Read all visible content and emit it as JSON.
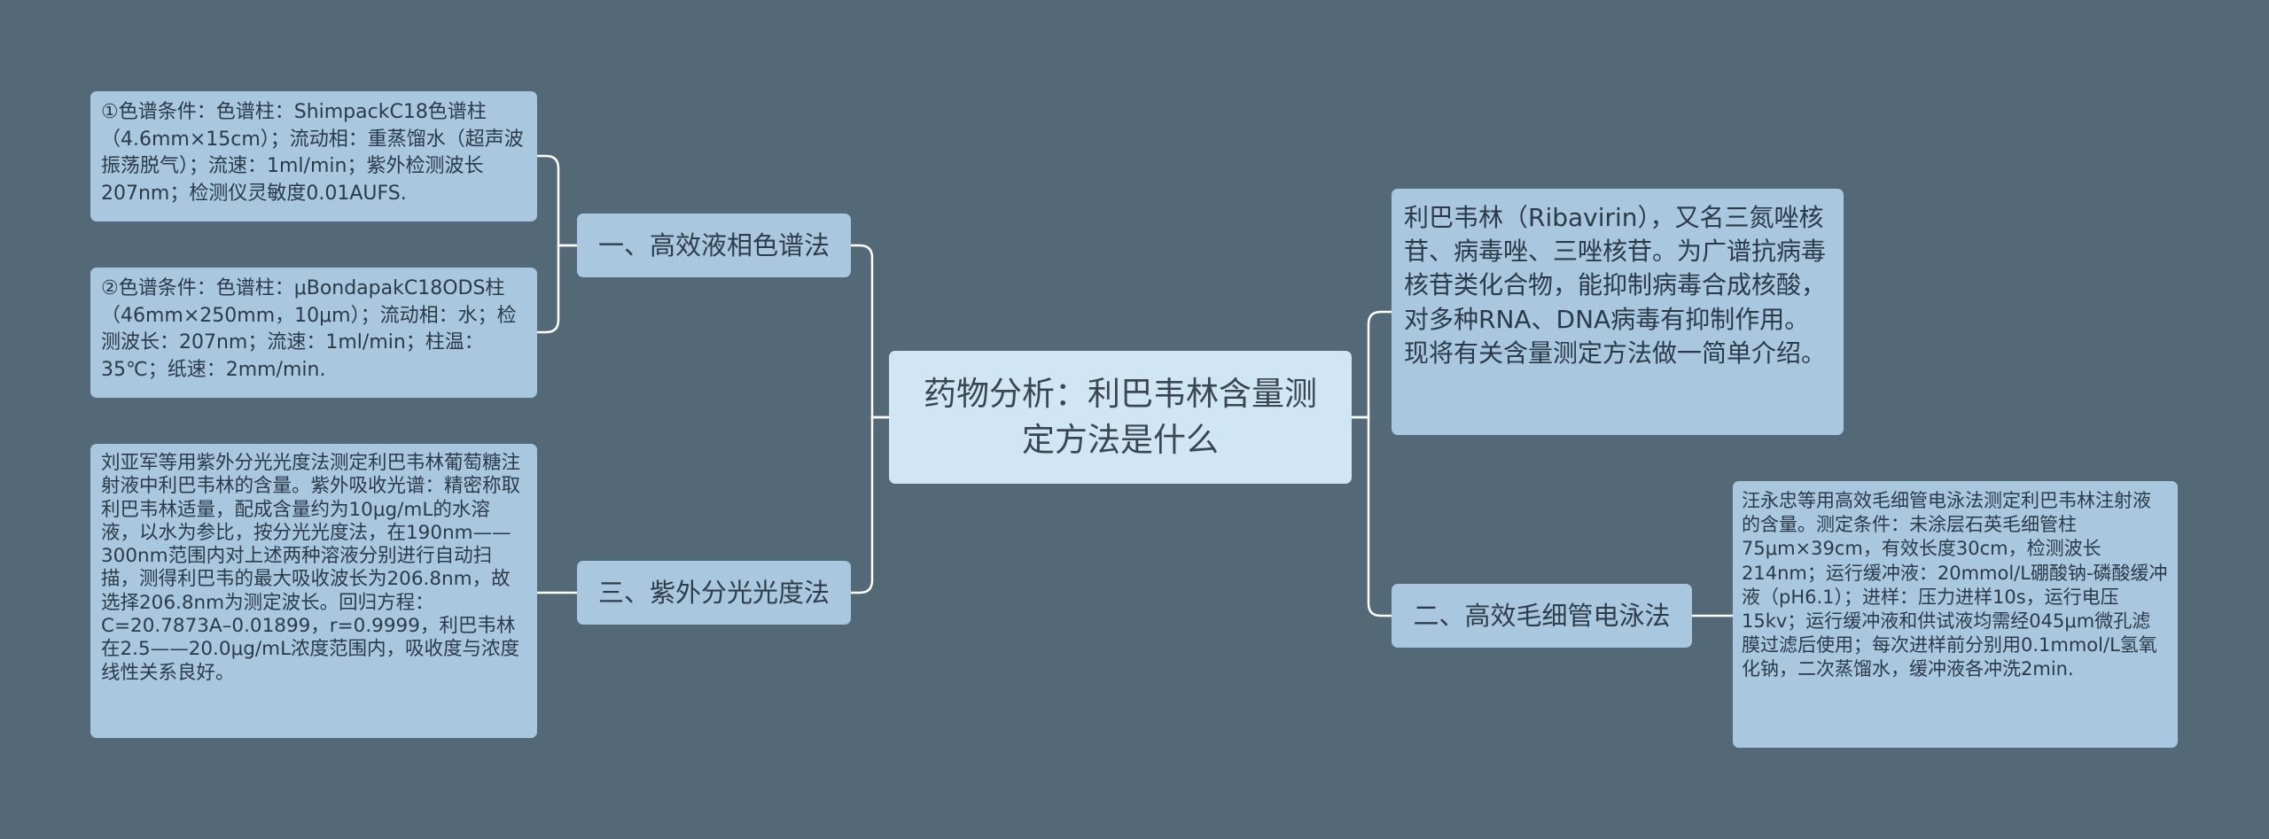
{
  "root": {
    "title": "药物分析：利巴韦林含量测定方法是什么"
  },
  "branches": {
    "hplc": {
      "label": "一、高效液相色谱法",
      "details": [
        "①色谱条件：色谱柱：ShimpackC18色谱柱（4.6mm×15cm）；流动相：重蒸馏水（超声波振荡脱气）；流速：1ml/min；紫外检测波长207nm；检测仪灵敏度0.01AUFS.",
        "②色谱条件：色谱柱：μBondapakC18ODS柱（46mm×250mm，10μm）；流动相：水；检测波长：207nm；流速：1ml/min；柱温：35℃；纸速：2mm/min."
      ]
    },
    "uv": {
      "label": "三、紫外分光光度法",
      "details": [
        "刘亚军等用紫外分光光度法测定利巴韦林葡萄糖注射液中利巴韦林的含量。紫外吸收光谱：精密称取利巴韦林适量，配成含量约为10μg/mL的水溶液，以水为参比，按分光光度法，在190nm——300nm范围内对上述两种溶液分别进行自动扫描，测得利巴韦的最大吸收波长为206.8nm，故选择206.8nm为测定波长。回归方程：C=20.7873A–0.01899，r=0.9999，利巴韦林在2.5——20.0μg/mL浓度范围内，吸收度与浓度线性关系良好。"
      ]
    },
    "intro": {
      "text": "利巴韦林（Ribavirin），又名三氮唑核苷、病毒唑、三唑核苷。为广谱抗病毒核苷类化合物，能抑制病毒合成核酸，对多种RNA、DNA病毒有抑制作用。现将有关含量测定方法做一简单介绍。"
    },
    "ce": {
      "label": "二、高效毛细管电泳法",
      "details": [
        "汪永忠等用高效毛细管电泳法测定利巴韦林注射液的含量。测定条件：未涂层石英毛细管柱75μm×39cm，有效长度30cm，检测波长214nm；运行缓冲液：20mmol/L硼酸钠-磷酸缓冲液（pH6.1）；进样：压力进样10s，运行电压15kv；运行缓冲液和供试液均需经045μm微孔滤膜过滤后使用；每次进样前分别用0.1mmol/L氢氧化钠，二次蒸馏水，缓冲液各冲洗2min."
      ]
    }
  },
  "colors": {
    "background": "#546977",
    "node": "#aac7e0",
    "root": "#d0e6f4",
    "connector": "#ffffff"
  }
}
